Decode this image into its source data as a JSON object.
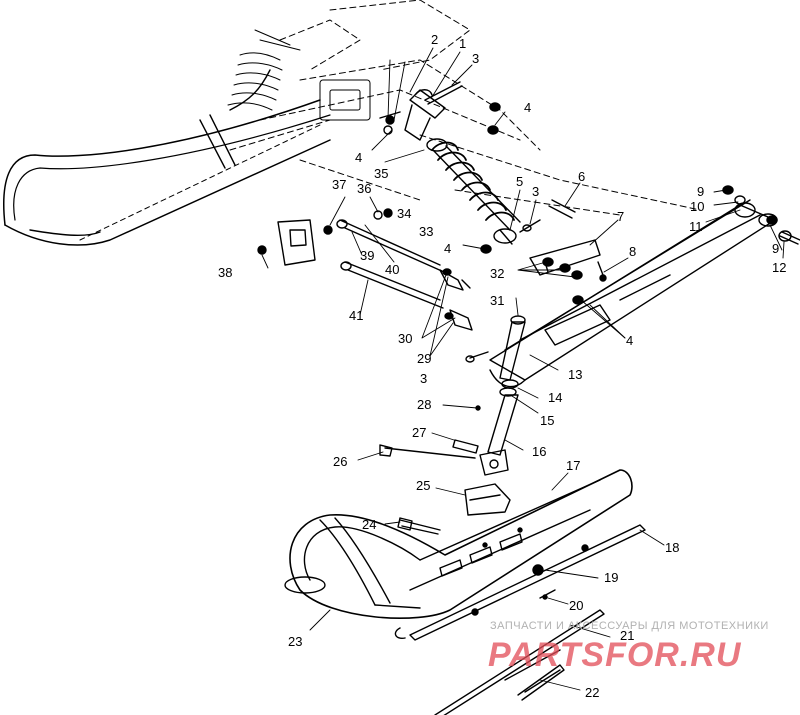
{
  "diagram": {
    "callouts": [
      "1",
      "2",
      "3",
      "3",
      "3",
      "4",
      "4",
      "4",
      "4",
      "5",
      "6",
      "7",
      "8",
      "9",
      "9",
      "10",
      "11",
      "12",
      "13",
      "14",
      "15",
      "16",
      "17",
      "18",
      "19",
      "20",
      "21",
      "22",
      "23",
      "24",
      "25",
      "26",
      "27",
      "28",
      "29",
      "30",
      "31",
      "32",
      "33",
      "34",
      "35",
      "36",
      "37",
      "38",
      "39",
      "40",
      "41"
    ]
  },
  "watermark": {
    "caption": "ЗАПЧАСТИ И АКСЕССУАРЫ ДЛЯ МОТОТЕХНИКИ",
    "logo": "PARTSFOR.RU",
    "color": "#e24d57"
  }
}
